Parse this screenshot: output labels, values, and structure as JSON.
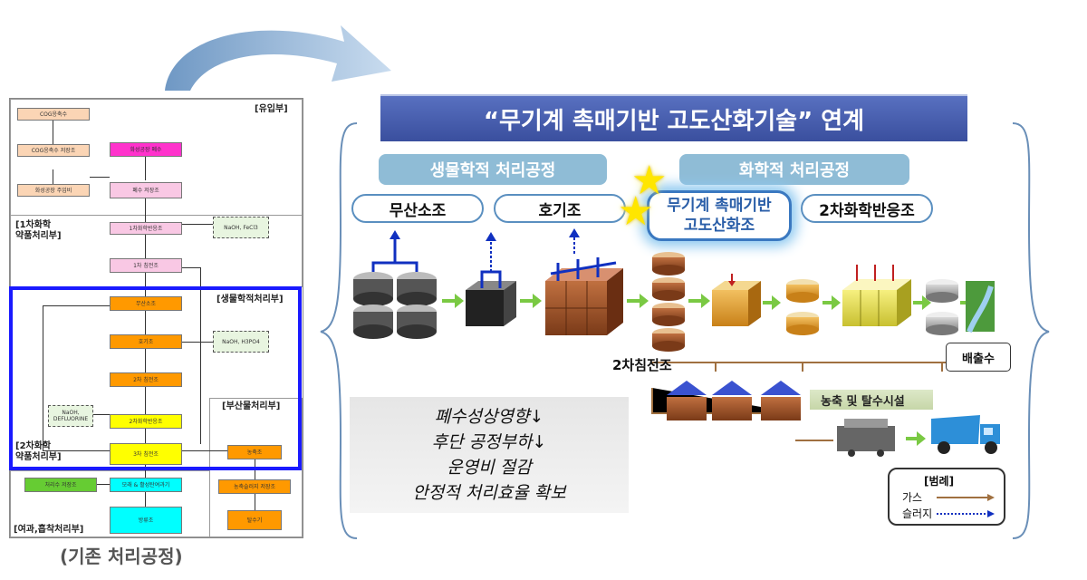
{
  "title": "“무기계 촉매기반 고도산화기술” 연계",
  "caption": "(기존 처리공정)",
  "left_diagram": {
    "sections": {
      "inflow": "[유입부]",
      "chem1": "[1차화학\n약품처리부]",
      "bio": "[생물학적처리부]",
      "chem2": "[2차화학\n약품처리부]",
      "byproduct": "[부산물처리부]",
      "filter": "[여과,흡착처리부]"
    },
    "boxes": {
      "cog": "COG응축수",
      "cog_tank": "COG응축수 저장조",
      "coke_feed": "화성공장 주입비",
      "coke_waste": "화성공장 폐수",
      "waste_tank": "폐수 저장조",
      "react1": "1차화학반응조",
      "settle1": "1차 침전조",
      "anoxic": "무산소조",
      "aerobic": "호기조",
      "settle2": "2차 침전조",
      "react2": "2차화학반응조",
      "settle3": "3차 침전조",
      "thick": "농축조",
      "sludge_tank": "농축슬러지 저장조",
      "dewater": "탈수기",
      "treated_tank": "처리수 저장조",
      "sand_carbon": "모래 & 활성탄여과기",
      "discharge": "방류조"
    },
    "chemicals": {
      "c1": "NaOH, FeCl3",
      "c2": "NaOH, H3PO4",
      "c3": "NaOH,\nDEFLUORINE"
    }
  },
  "categories": {
    "bio": "생물학적 처리공정",
    "chem": "화학적 처리공정"
  },
  "units": {
    "anoxic": "무산소조",
    "aerobic": "호기조",
    "catalyst_line1": "무기계 촉매기반",
    "catalyst_line2": "고도산화조",
    "react2": "2차화학반응조"
  },
  "labels": {
    "settle2": "2차침전조",
    "discharge": "배출수",
    "dewater": "농축 및 탈수시설"
  },
  "effects": [
    "폐수성상영향↓",
    "후단 공정부하↓",
    "운영비 절감",
    "안정적 처리효율 확보"
  ],
  "legend": {
    "title": "[범례]",
    "gas": "가스",
    "sludge": "슬러지"
  },
  "colors": {
    "frame_blue": "#1a1aff",
    "title_bar": "#3a4f9e",
    "category": "#8fbcd6",
    "arrow_green": "#7ac943"
  }
}
